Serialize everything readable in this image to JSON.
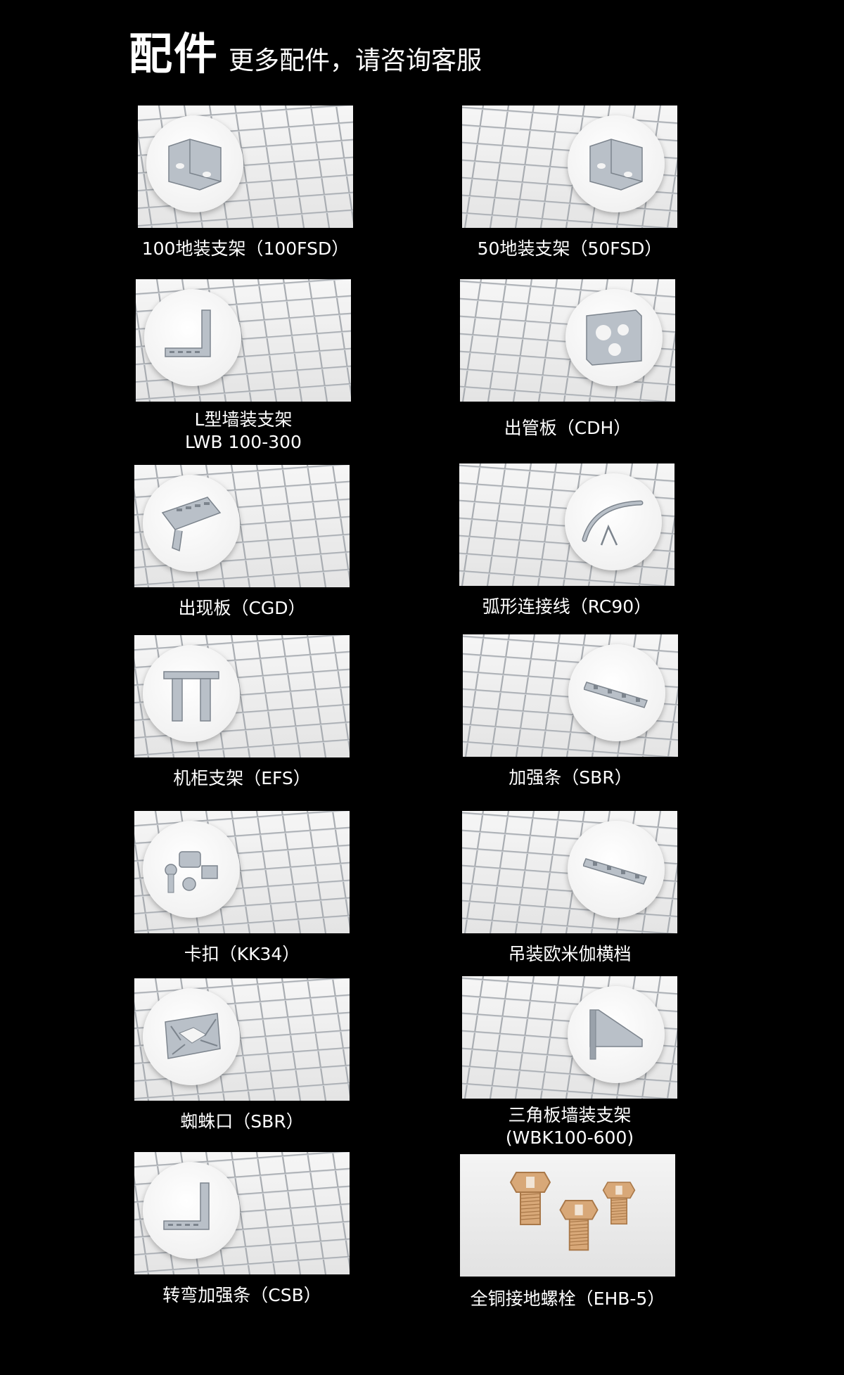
{
  "header": {
    "title": "配件",
    "subtitle": "更多配件，请咨询客服"
  },
  "colors": {
    "background": "#000000",
    "text": "#ffffff",
    "photo_background": "#eeeeee",
    "wire": "#a9adb2",
    "galvanized": "#b9c0c8",
    "brass": "#d8a878"
  },
  "products": [
    {
      "name": "100地装支架（100FSD）",
      "icon": "floor-bracket-icon"
    },
    {
      "name": "50地装支架（50FSD）",
      "icon": "floor-bracket-icon"
    },
    {
      "name": "L型墙装支架",
      "name_line2": "LWB 100-300",
      "icon": "l-bracket-icon"
    },
    {
      "name": "出管板（CDH）",
      "icon": "pipe-plate-icon"
    },
    {
      "name": "出现板（CGD）",
      "icon": "exit-plate-icon"
    },
    {
      "name": "弧形连接线（RC90）",
      "icon": "curved-connector-icon"
    },
    {
      "name": "机柜支架（EFS）",
      "icon": "cabinet-bracket-icon"
    },
    {
      "name": "加强条（SBR）",
      "icon": "reinforcing-strip-icon"
    },
    {
      "name": "卡扣（KK34）",
      "icon": "clip-icon"
    },
    {
      "name": "吊装欧米伽横档",
      "icon": "omega-rung-icon"
    },
    {
      "name": "蜘蛛口（SBR）",
      "icon": "spider-joint-icon"
    },
    {
      "name": "三角板墙装支架",
      "name_line2": "(WBK100-600)",
      "icon": "triangle-bracket-icon"
    },
    {
      "name": "转弯加强条（CSB）",
      "icon": "corner-strip-icon"
    },
    {
      "name": "全铜接地螺栓（EHB-5）",
      "icon": "copper-bolt-icon"
    }
  ]
}
